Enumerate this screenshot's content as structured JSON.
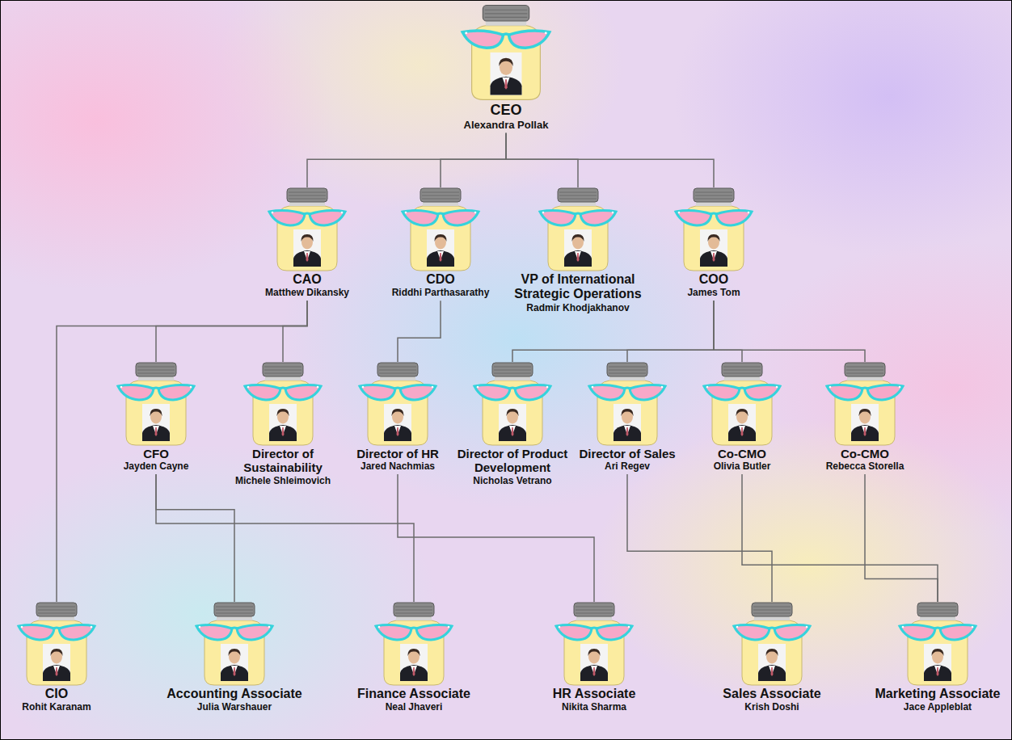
{
  "diagram": {
    "nodes": [
      {
        "text": [
          "CEO",
          "Alexandra Pollak"
        ]
      },
      {
        "text": [
          "CAO",
          "Matthew Dikansky"
        ]
      },
      {
        "text": [
          "CDO",
          "Riddhi Parthasarathy"
        ]
      },
      {
        "text": [
          "VP of International Strategic Operations",
          "Radmir Khodjakhanov"
        ]
      },
      {
        "text": [
          "COO",
          "James Tom"
        ]
      },
      {
        "text": [
          "CFO",
          "Jayden Cayne"
        ]
      },
      {
        "text": [
          "Director of Sustainability",
          "Michele Shleimovich"
        ]
      },
      {
        "text": [
          "Director of HR",
          "Jared Nachmias"
        ]
      },
      {
        "text": [
          "Director of Product Development",
          "Nicholas Vetrano"
        ]
      },
      {
        "text": [
          "Director of Sales",
          "Ari Regev"
        ]
      },
      {
        "text": [
          "Co-CMO",
          "Olivia Butler"
        ]
      },
      {
        "text": [
          "Co-CMO",
          "Rebecca Storella"
        ]
      },
      {
        "text": [
          "CIO",
          "Rohit Karanam"
        ]
      },
      {
        "text": [
          "Accounting Associate",
          "Julia Warshauer"
        ]
      },
      {
        "text": [
          "Finance Associate",
          "Neal Jhaveri"
        ]
      },
      {
        "text": [
          "HR Associate",
          "Nikita Sharma"
        ]
      },
      {
        "text": [
          "Sales Associate",
          "Krish Doshi"
        ]
      },
      {
        "text": [
          "Marketing Associate",
          "Jace Appleblat"
        ]
      }
    ],
    "edges": [
      {
        "from": 0,
        "to": 1,
        "arrow": "none"
      },
      {
        "from": 0,
        "to": 2,
        "arrow": "none"
      },
      {
        "from": 0,
        "to": 3,
        "arrow": "none"
      },
      {
        "from": 0,
        "to": 4,
        "arrow": "none"
      },
      {
        "from": 1,
        "to": 12,
        "arrow": "none"
      },
      {
        "from": 1,
        "to": 5,
        "arrow": "none"
      },
      {
        "from": 1,
        "to": 6,
        "arrow": "none"
      },
      {
        "from": 2,
        "to": 7,
        "arrow": "none"
      },
      {
        "from": 4,
        "to": 8,
        "arrow": "none"
      },
      {
        "from": 4,
        "to": 9,
        "arrow": "none"
      },
      {
        "from": 4,
        "to": 10,
        "arrow": "none"
      },
      {
        "from": 4,
        "to": 11,
        "arrow": "none"
      },
      {
        "from": 5,
        "to": 13,
        "arrow": "none"
      },
      {
        "from": 5,
        "to": 14,
        "arrow": "none"
      },
      {
        "from": 7,
        "to": 15,
        "arrow": "none"
      },
      {
        "from": 9,
        "to": 16,
        "arrow": "none"
      },
      {
        "from": 10,
        "to": 17,
        "arrow": "none"
      },
      {
        "from": 11,
        "to": 17,
        "arrow": "none"
      }
    ]
  }
}
